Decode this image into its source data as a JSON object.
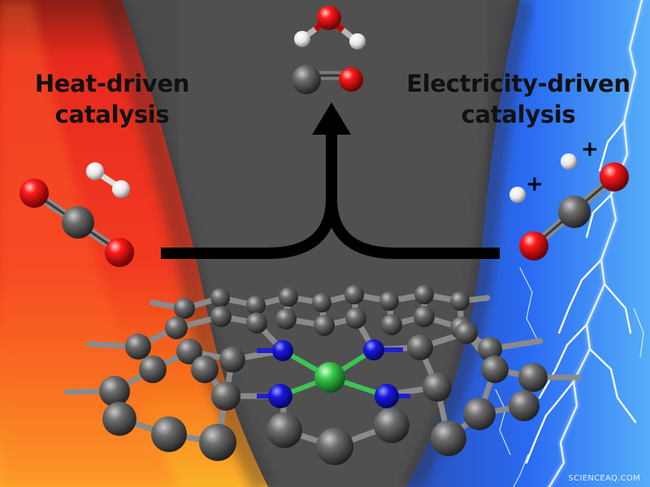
{
  "labels": {
    "left_line1": "Heat-driven",
    "left_line2": "catalysis",
    "right_line1": "Electricity-driven",
    "right_line2": "catalysis"
  },
  "ion_charge_symbol": "+",
  "watermark": "SCIENCEAQ.COM",
  "colors": {
    "heat_red": "#ee2d22",
    "heat_orange": "#f7941d",
    "electric_blue": "#1e5fe0",
    "dark_gray_background": "#4a4a4a",
    "carbon": "#555555",
    "oxygen": "#e30000",
    "hydrogen": "#f2f2f2",
    "nitrogen": "#1414d9",
    "metal_center": "#33c44a"
  }
}
